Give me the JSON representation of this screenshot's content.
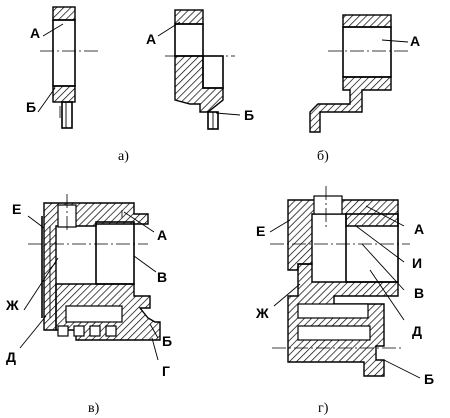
{
  "figures": [
    {
      "caption": "а)",
      "labels": [
        "А",
        "Б"
      ]
    },
    {
      "caption": "б)",
      "labels": [
        "А",
        "Б",
        "А"
      ]
    },
    {
      "caption": "в)",
      "labels": [
        "Е",
        "А",
        "В",
        "Ж",
        "Д",
        "Б",
        "Г"
      ]
    },
    {
      "caption": "г)",
      "labels": [
        "Е",
        "А",
        "И",
        "В",
        "Ж",
        "Д",
        "Б"
      ]
    }
  ]
}
